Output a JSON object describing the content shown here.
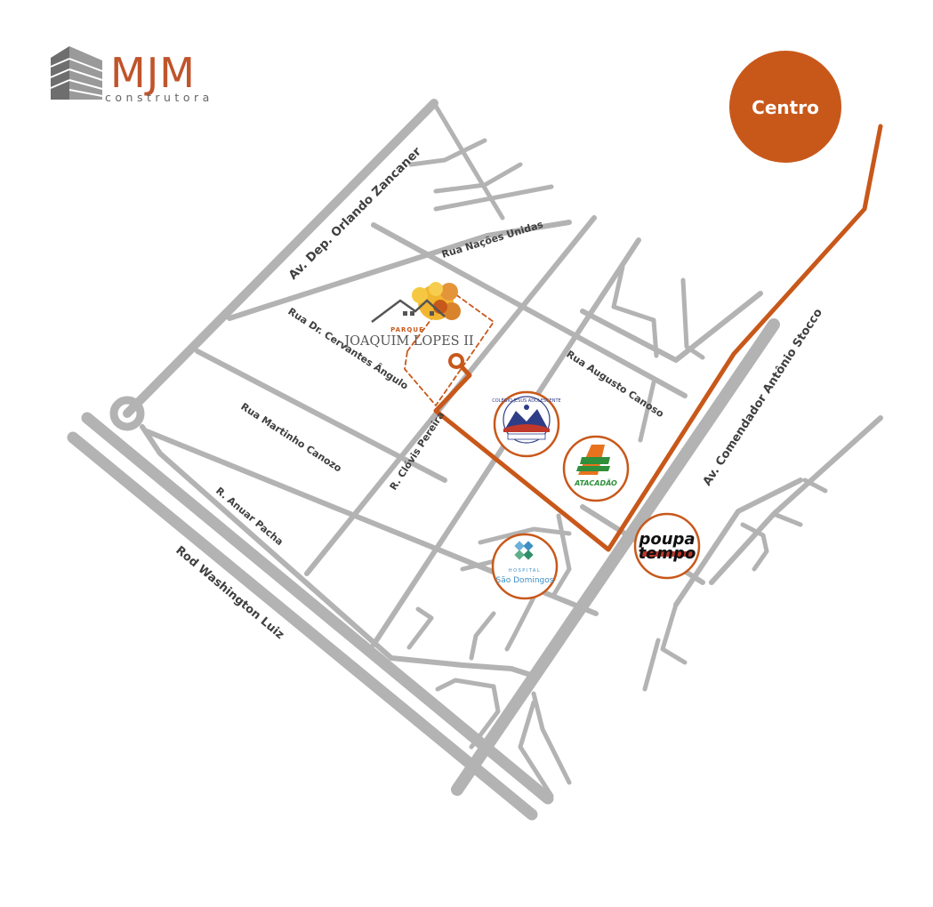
{
  "brand": {
    "name": "MJM",
    "tagline": "construtora",
    "color": "#c0542b"
  },
  "centro_badge": {
    "label": "Centro",
    "color": "#c8581a"
  },
  "development": {
    "prefix": "PARQUE",
    "name": "JOAQUIM LOPES II"
  },
  "streets": {
    "orlando": "Av. Dep. Orlando Zancaner",
    "nacoes": "Rua Nações Unidas",
    "cervantes": "Rua Dr. Cervantes Ângulo",
    "augusto": "Rua Augusto Canoso",
    "stocco": "Av. Comendador Antônio Stocco",
    "martinho": "Rua Martinho Canozo",
    "clovis": "R. Clóvis Pereira",
    "anuar": "R. Anuar Pacha",
    "washington": "Rod Washington Luiz"
  },
  "pois": {
    "colegio": "COLÉGIO JESUS ADOLESCENTE",
    "atacadao": "ATACADÃO",
    "poupatempo_line1": "poupa",
    "poupatempo_line2": "tempo",
    "hospital_line1": "HOSPITAL",
    "hospital_line2": "São Domingos"
  },
  "colors": {
    "road": "#b3b3b3",
    "route": "#c8581a",
    "label": "#3f3f3f"
  }
}
